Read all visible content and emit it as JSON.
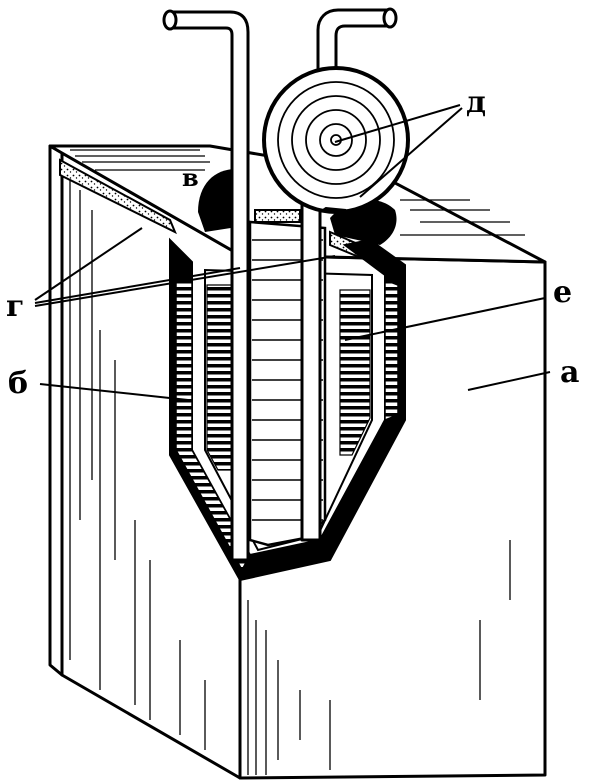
{
  "diagram": {
    "labels": {
      "a": "а",
      "b": "б",
      "v": "в",
      "g": "г",
      "d": "д",
      "e": "е"
    },
    "colors": {
      "ink": "#000000",
      "paper": "#ffffff"
    }
  }
}
